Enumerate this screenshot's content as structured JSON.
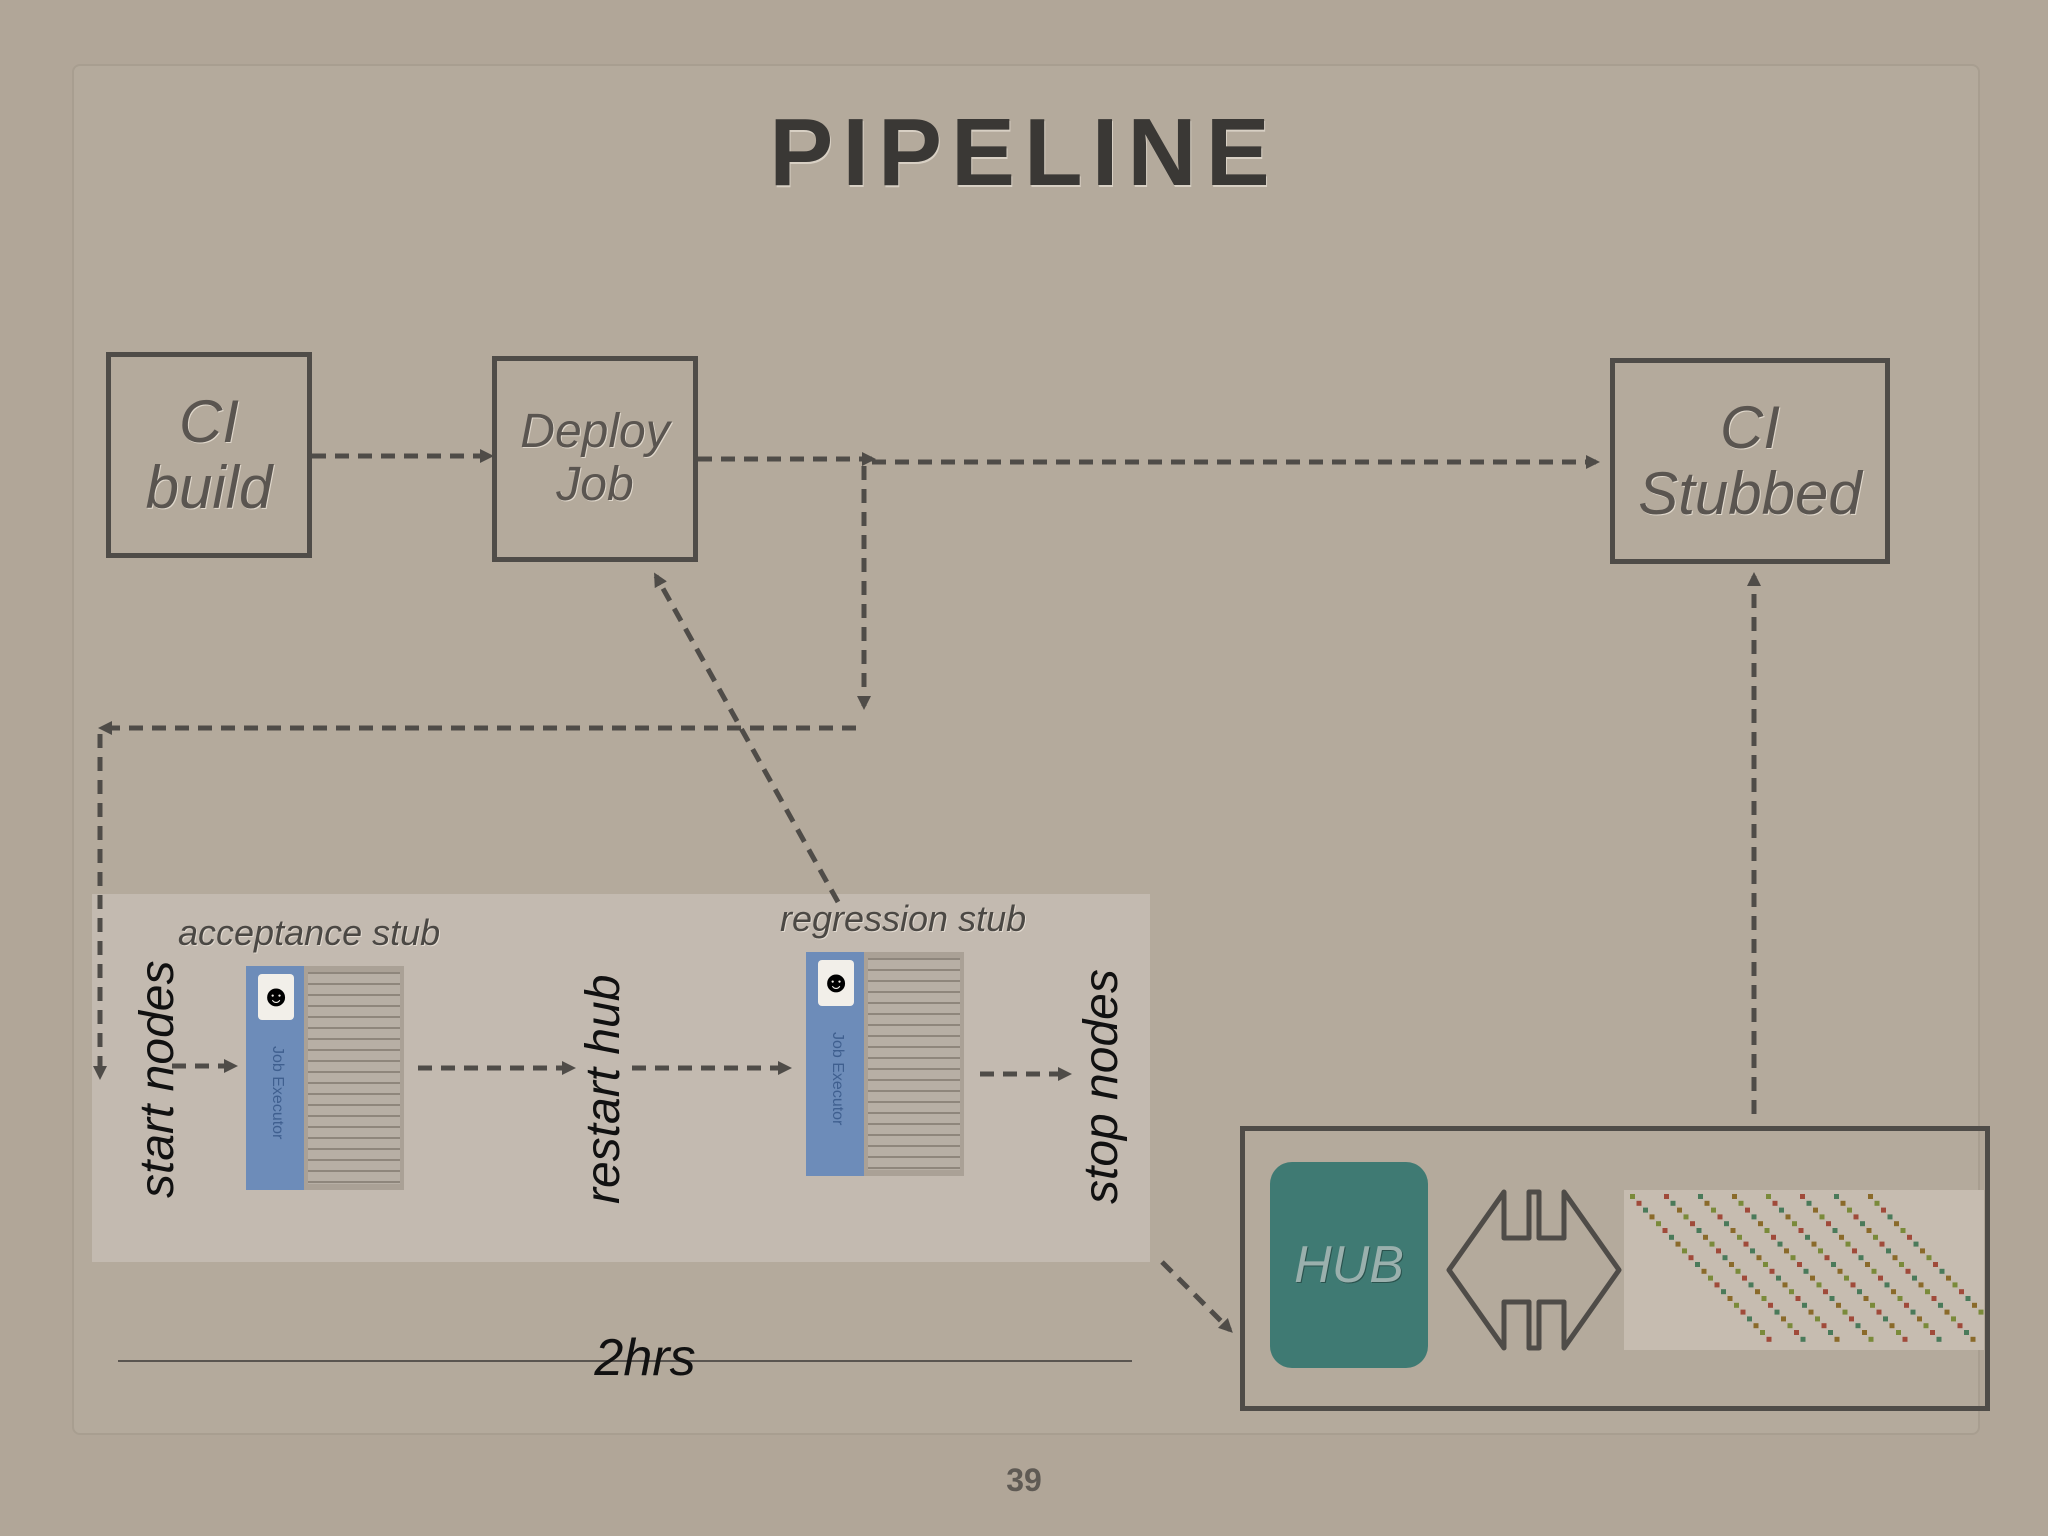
{
  "slide": {
    "title": "PIPELINE",
    "page_number": "39"
  },
  "boxes": {
    "ci_build": [
      "CI",
      "build"
    ],
    "deploy_job": [
      "Deploy",
      "Job"
    ],
    "ci_stubbed": [
      "CI",
      "Stubbed"
    ]
  },
  "stages": {
    "start_nodes": "start nodes",
    "restart_hub": "restart hub",
    "stop_nodes": "stop nodes",
    "acceptance_stub": "acceptance stub",
    "regression_stub": "regression stub"
  },
  "jenkins": {
    "panel_label": "Job Executor",
    "icon": "jenkins-butler-icon"
  },
  "hub": {
    "label": "HUB",
    "arrow_icon": "double-arrow-icon",
    "nodes_icon": "node-grid-icon"
  },
  "timeline": {
    "label": "2hrs"
  },
  "colors": {
    "background": "#b1a698",
    "hub": "#3f7a73",
    "jenkins_side": "#6d8cb9",
    "stroke": "#4f4c48"
  }
}
